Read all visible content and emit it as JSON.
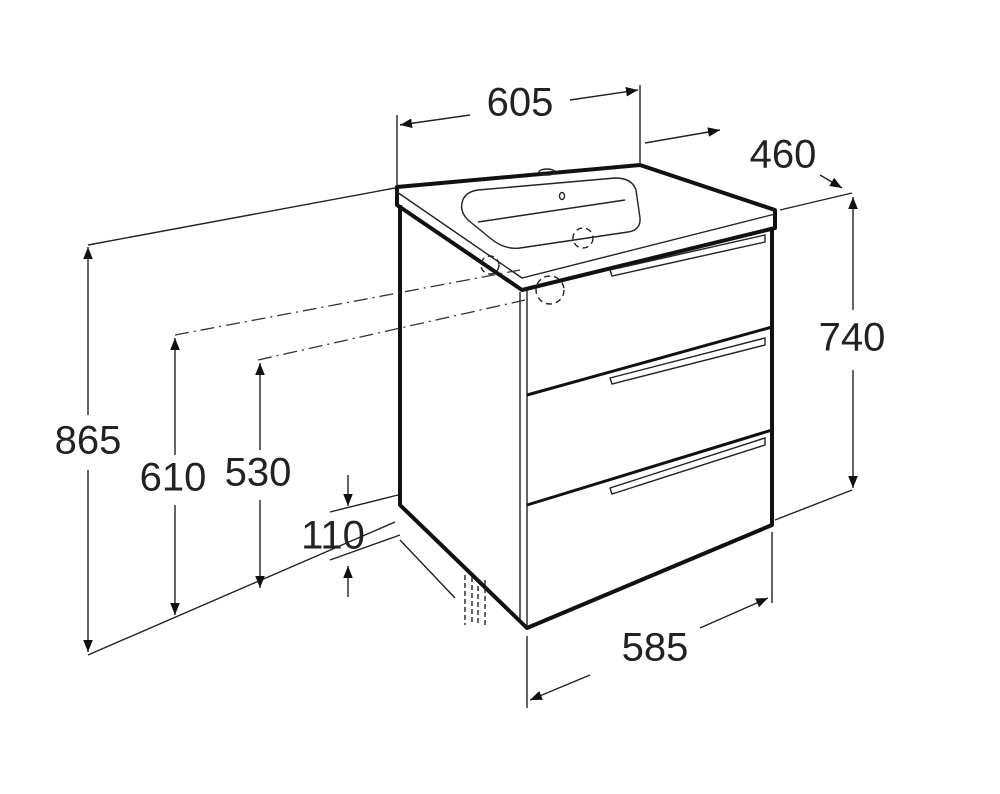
{
  "title": "Vanity unit dimensions",
  "dimensions": {
    "width_top": "605",
    "depth": "460",
    "cabinet_height": "740",
    "total_height": "865",
    "drain_height_1": "610",
    "drain_height_2": "530",
    "leg_height": "110",
    "cabinet_width": "585"
  },
  "colors": {
    "line": "#111111",
    "background": "#ffffff"
  }
}
